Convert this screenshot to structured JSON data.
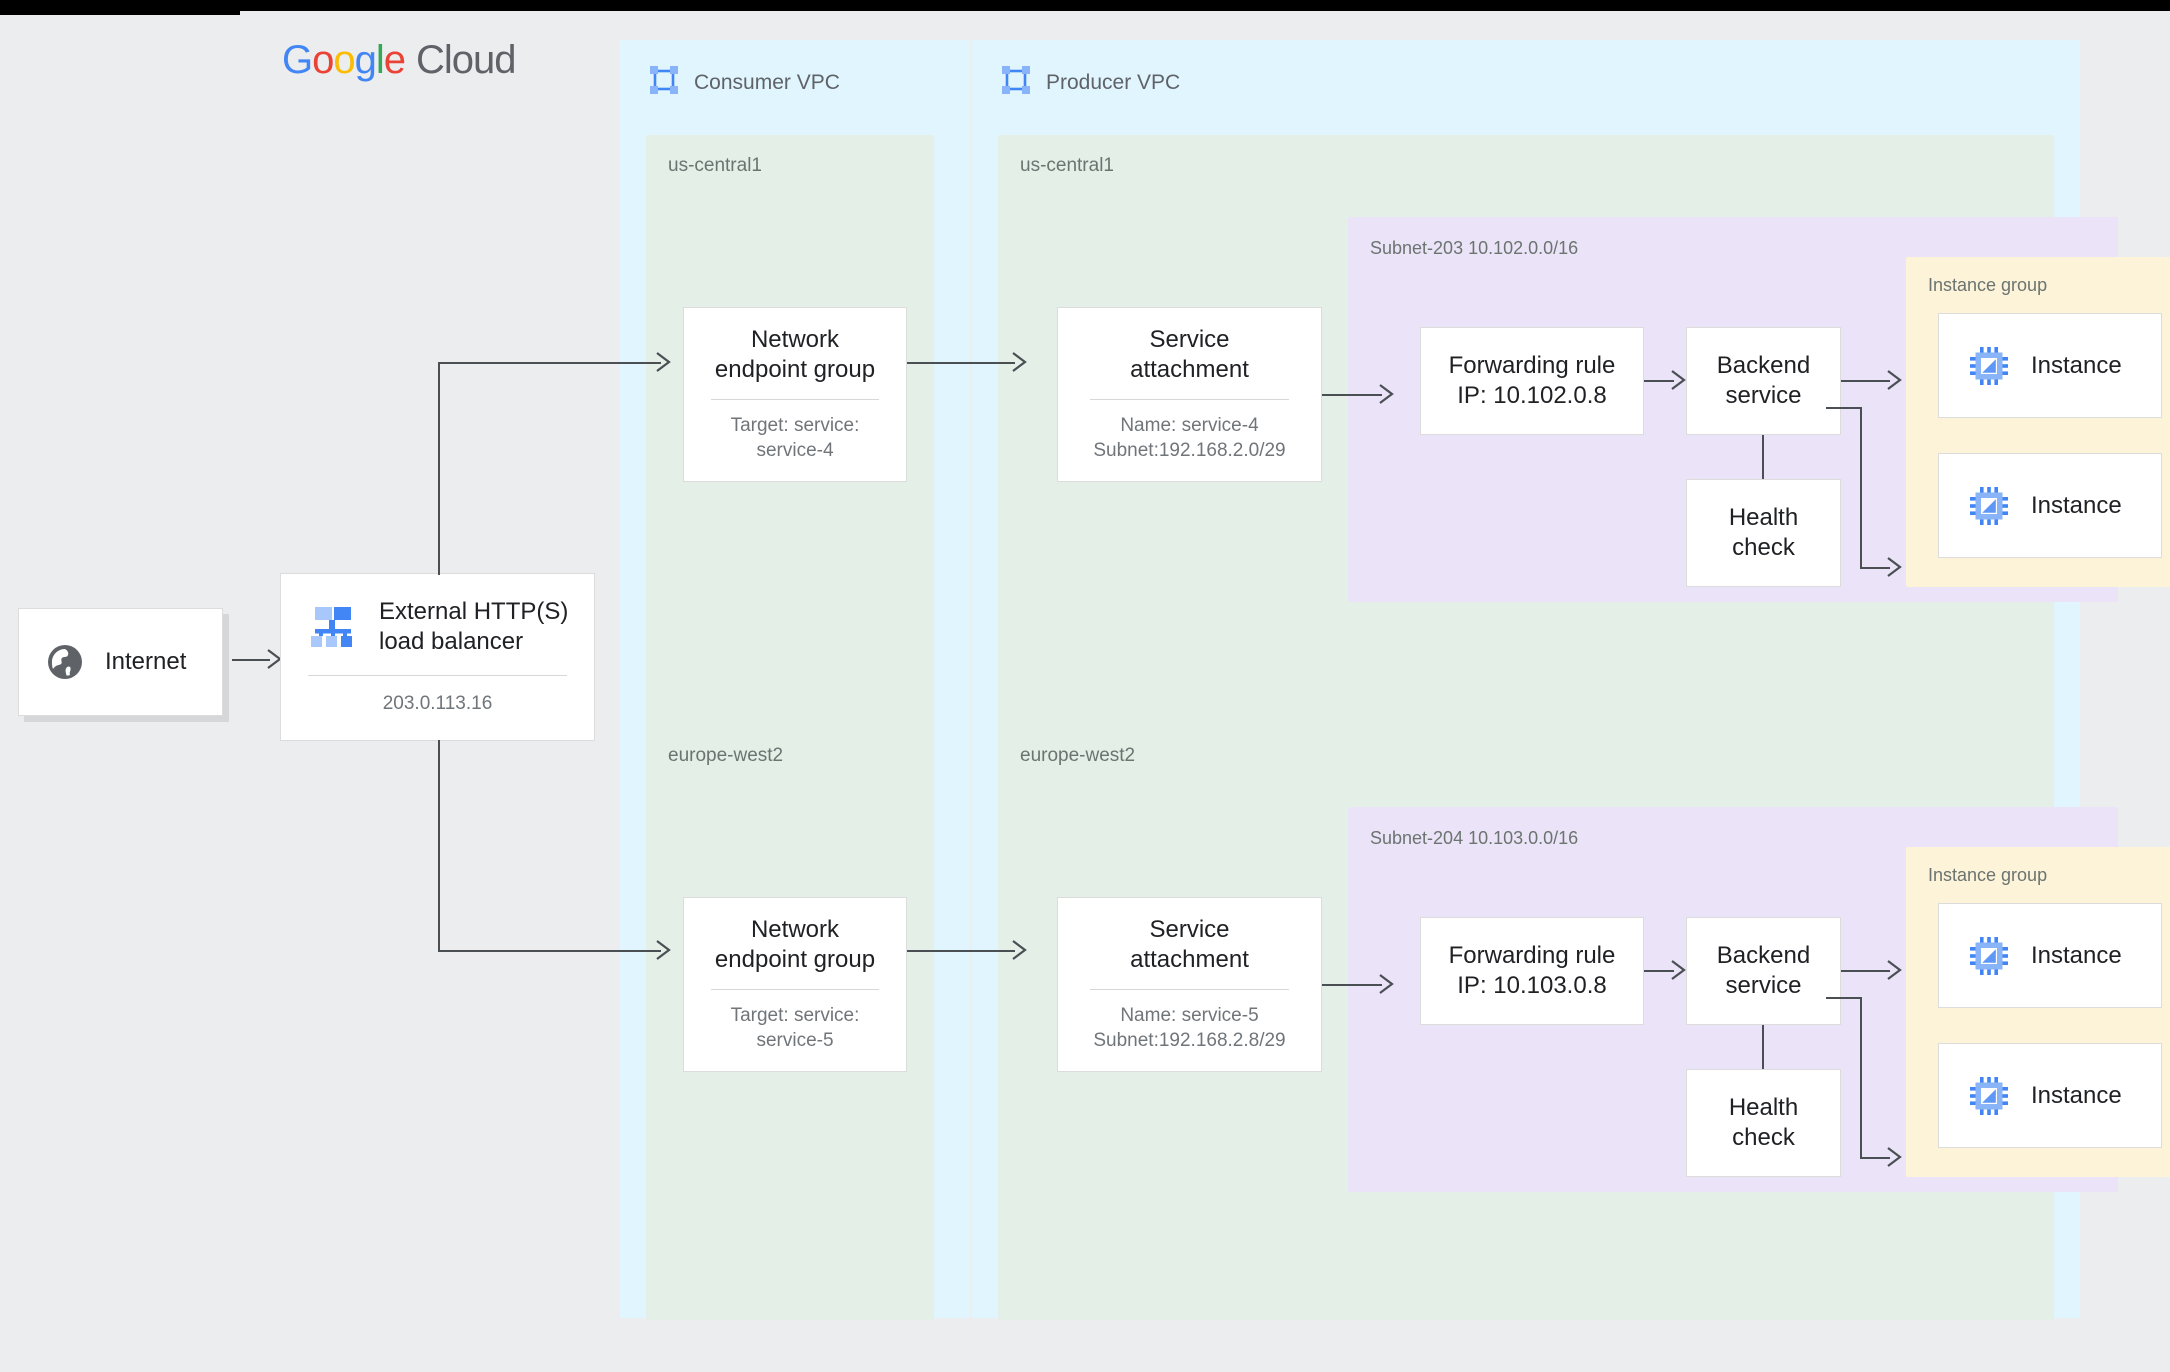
{
  "logo": {
    "g1": "G",
    "o1": "o",
    "o2": "o",
    "g2": "g",
    "l": "l",
    "e": "e",
    "cloud": "Cloud",
    "colors": {
      "blue": "#4285F4",
      "red": "#EA4335",
      "yellow": "#FBBC05",
      "green": "#34A853",
      "gray": "#5f6368"
    }
  },
  "internet": {
    "label": "Internet",
    "icon": "globe-icon"
  },
  "load_balancer": {
    "title": "External HTTP(S)\nload balancer",
    "ip": "203.0.113.16",
    "icon": "load-balancer-icon"
  },
  "consumer_vpc": {
    "title": "Consumer VPC",
    "icon": "vpc-icon",
    "regions": [
      {
        "name": "us-central1",
        "neg": {
          "title": "Network\nendpoint group",
          "sub": "Target: service:\nservice-4"
        }
      },
      {
        "name": "europe-west2",
        "neg": {
          "title": "Network\nendpoint group",
          "sub": "Target: service:\nservice-5"
        }
      }
    ]
  },
  "producer_vpc": {
    "title": "Producer VPC",
    "icon": "vpc-icon",
    "regions": [
      {
        "name": "us-central1",
        "service_attachment": {
          "title": "Service\nattachment",
          "sub": "Name: service-4\nSubnet:192.168.2.0/29"
        },
        "subnet": {
          "label": "Subnet-203\n10.102.0.0/16",
          "forwarding_rule": "Forwarding rule\nIP: 10.102.0.8",
          "backend_service": "Backend\nservice",
          "health_check": "Health\ncheck",
          "instance_group": {
            "label": "Instance group",
            "instances": [
              {
                "label": "Instance",
                "icon": "vm-instance-icon"
              },
              {
                "label": "Instance",
                "icon": "vm-instance-icon"
              }
            ]
          }
        }
      },
      {
        "name": "europe-west2",
        "service_attachment": {
          "title": "Service\nattachment",
          "sub": "Name: service-5\nSubnet:192.168.2.8/29"
        },
        "subnet": {
          "label": "Subnet-204\n10.103.0.0/16",
          "forwarding_rule": "Forwarding rule\nIP: 10.103.0.8",
          "backend_service": "Backend\nservice",
          "health_check": "Health\ncheck",
          "instance_group": {
            "label": "Instance group",
            "instances": [
              {
                "label": "Instance",
                "icon": "vm-instance-icon"
              },
              {
                "label": "Instance",
                "icon": "vm-instance-icon"
              }
            ]
          }
        }
      }
    ]
  },
  "palette": {
    "page_bg": "#ebedef",
    "vpc_bg": "#e1f5fe",
    "region_bg": "#e3efe7",
    "subnet_bg": "#ebe3f7",
    "instance_group_bg": "#fdf3d9",
    "card_bg": "#ffffff",
    "card_border": "#dcdcdc",
    "connector": "#4a4f54",
    "icon_blue": "#4285F4",
    "icon_blue_light": "#8AB4F8",
    "icon_gray": "#5f6368"
  }
}
